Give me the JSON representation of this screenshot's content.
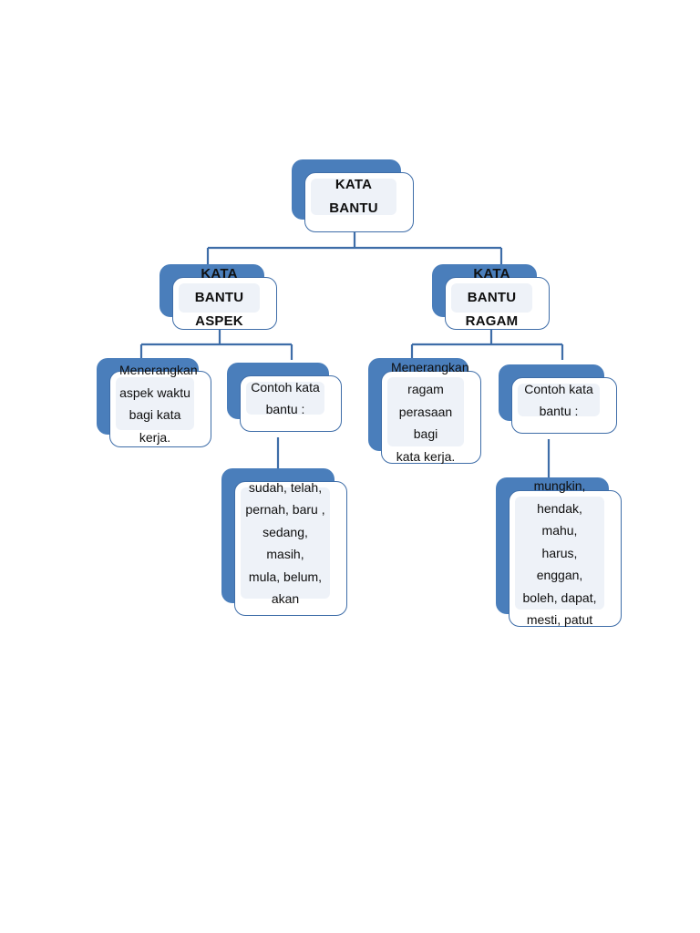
{
  "diagram": {
    "title": "KATA BANTU",
    "type": "hierarchy-tree",
    "background_color": "#ffffff",
    "accent_color": "#4a7ebb",
    "border_color": "#3e6da8",
    "panel_color": "#eef2f8",
    "connector_color": "#3e6da8",
    "text_color": "#0f0f0f",
    "nodes": {
      "root": {
        "label": "KATA BANTU",
        "level": 1,
        "style": "bold"
      },
      "aspek": {
        "label": "KATA BANTU\nASPEK",
        "level": 2,
        "style": "bold"
      },
      "ragam": {
        "label": "KATA BANTU\nRAGAM",
        "level": 2,
        "style": "bold"
      },
      "aspek_definisi": {
        "label": "Menerangkan\naspek waktu\nbagi kata kerja.",
        "level": 3,
        "style": "plain"
      },
      "aspek_contoh_tajuk": {
        "label": "Contoh kata\nbantu :",
        "level": 3,
        "style": "plain"
      },
      "aspek_contoh_senarai": {
        "label": "sudah, telah,\npernah, baru ,\nsedang, masih,\nmula, belum,\nakan",
        "level": 4,
        "style": "plain"
      },
      "ragam_definisi": {
        "label": "Menerangkan\nragam\nperasaan bagi\nkata kerja.",
        "level": 3,
        "style": "plain"
      },
      "ragam_contoh_tajuk": {
        "label": "Contoh kata\nbantu :",
        "level": 3,
        "style": "plain"
      },
      "ragam_contoh_senarai": {
        "label": "mungkin,\nhendak, mahu,\nharus, enggan,\nboleh, dapat,\nmesti, patut",
        "level": 4,
        "style": "plain"
      }
    }
  }
}
